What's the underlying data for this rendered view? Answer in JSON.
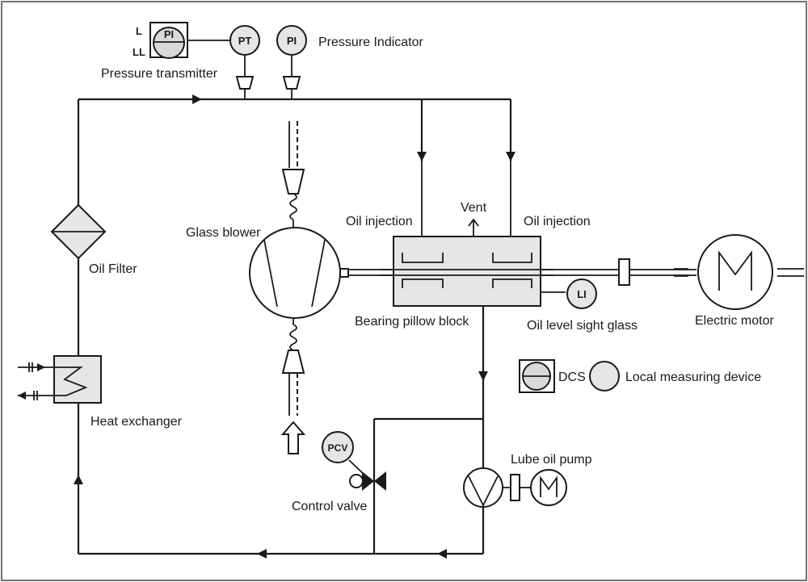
{
  "labels": {
    "pressure_transmitter": "Pressure transmitter",
    "pressure_indicator": "Pressure Indicator",
    "glass_blower": "Glass blower",
    "oil_injection_left": "Oil injection",
    "oil_injection_right": "Oil injection",
    "vent": "Vent",
    "oil_filter": "Oil Filter",
    "bearing_pillow_block": "Bearing pillow block",
    "oil_level_sight_glass": "Oil level sight glass",
    "electric_motor": "Electric motor",
    "heat_exchanger": "Heat exchanger",
    "dcs": "DCS",
    "local_measuring_device": "Local measuring device",
    "lube_oil_pump": "Lube oil pump",
    "control_valve": "Control valve"
  },
  "tags": {
    "pi_panel": "PI",
    "pt": "PT",
    "pi_local": "PI",
    "li": "LI",
    "pcv": "PCV",
    "alarm_low": "L",
    "alarm_low_low": "LL"
  }
}
